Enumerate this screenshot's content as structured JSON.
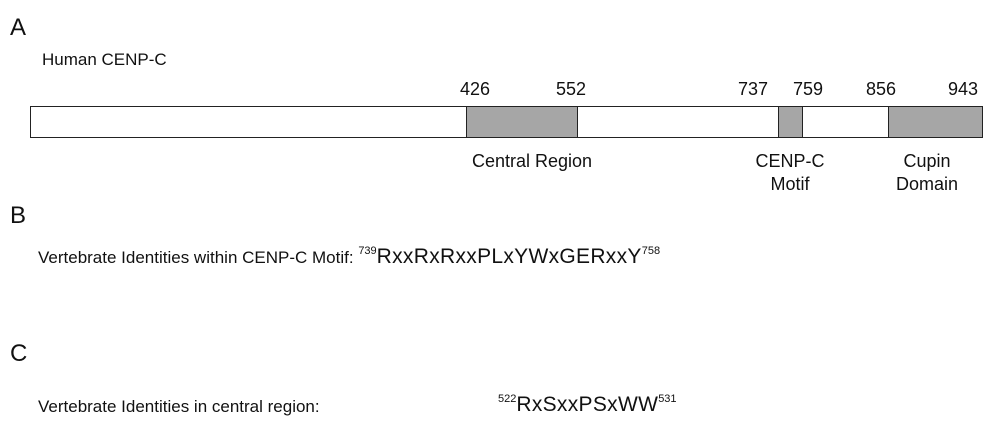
{
  "panel_a": {
    "letter": "A",
    "protein_name": "Human CENP-C",
    "positions": [
      "426",
      "552",
      "737",
      "759",
      "856",
      "943"
    ],
    "domains": [
      {
        "label_lines": [
          "Central Region"
        ],
        "start": 426,
        "end": 552
      },
      {
        "label_lines": [
          "CENP-C",
          "Motif"
        ],
        "start": 737,
        "end": 759
      },
      {
        "label_lines": [
          "Cupin",
          "Domain"
        ],
        "start": 856,
        "end": 943
      }
    ]
  },
  "panel_b": {
    "letter": "B",
    "text": "Vertebrate Identities within CENP-C Motif:",
    "start": "739",
    "motif": "RxxRxRxxPLxYWxGERxxY",
    "end": "758"
  },
  "panel_c": {
    "letter": "C",
    "text": "Vertebrate Identities in central region:",
    "start": "522",
    "motif": "RxSxxPSxWW",
    "end": "531"
  },
  "colors": {
    "domain_fill": "#a6a6a6",
    "outline": "#222222"
  }
}
